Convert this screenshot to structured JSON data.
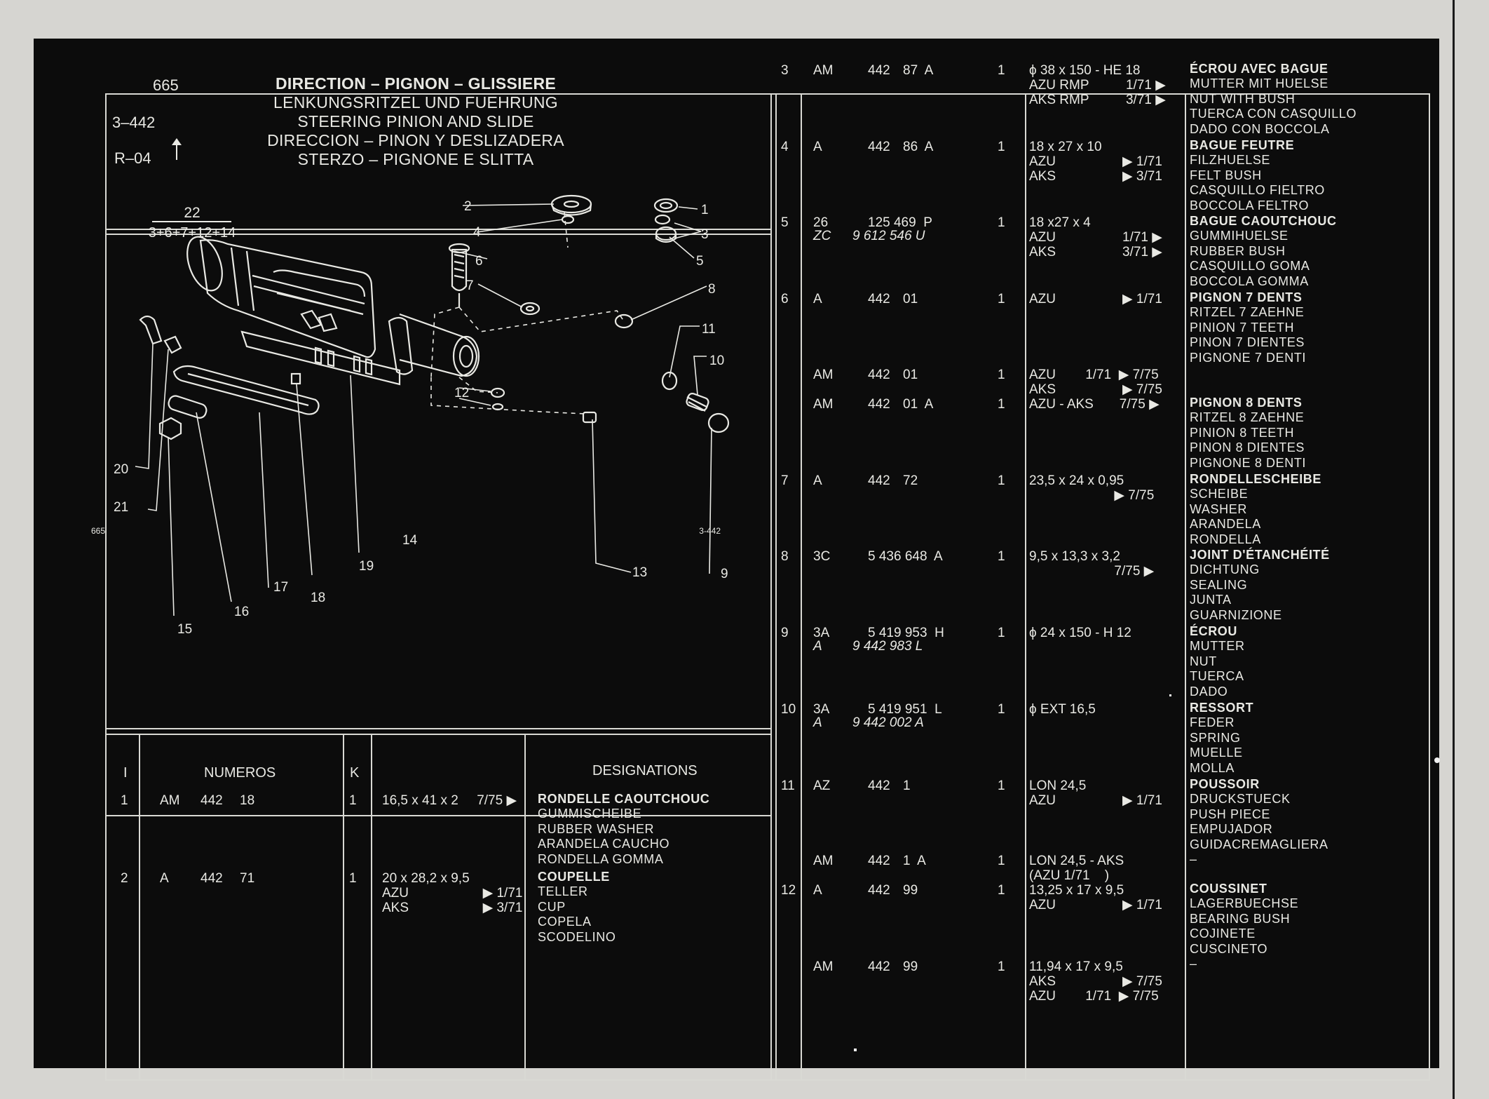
{
  "header": {
    "page_no": "665",
    "ref": "3–442",
    "rev": "R–04",
    "titles": [
      "DIRECTION – PIGNON – GLISSIERE",
      "LENKUNGSRITZEL UND FUEHRUNG",
      "STEERING PINION AND SLIDE",
      "DIRECCION – PINON Y DESLIZADERA",
      "STERZO – PIGNONE E SLITTA"
    ]
  },
  "diagram": {
    "fraction_top": "22",
    "fraction_bottom": "3+6+7+12+14",
    "callouts": [
      "1",
      "2",
      "3",
      "4",
      "5",
      "6",
      "7",
      "8",
      "9",
      "10",
      "11",
      "12",
      "13",
      "14",
      "15",
      "16",
      "17",
      "18",
      "19",
      "20",
      "21"
    ],
    "corner_left": "665",
    "corner_right": "3-442"
  },
  "table_headers": {
    "i": "I",
    "numeros": "NUMEROS",
    "k": "K",
    "designations": "DESIGNATIONS"
  },
  "left_rows": [
    {
      "i": "1",
      "pre": "AM",
      "num": "442",
      "suf": "18",
      "k": "1",
      "spec": [
        "16,5 x 41 x 2     7/75 ▶"
      ],
      "desig": [
        "RONDELLE CAOUTCHOUC",
        "GUMMISCHEIBE",
        "RUBBER WASHER",
        "ARANDELA CAUCHO",
        "RONDELLA GOMMA"
      ]
    },
    {
      "i": "2",
      "pre": "A",
      "num": "442",
      "suf": "71",
      "k": "1",
      "spec": [
        "20 x 28,2 x 9,5",
        "AZU                    ▶ 1/71",
        "AKS                    ▶ 3/71"
      ],
      "desig": [
        "COUPELLE",
        "TELLER",
        "CUP",
        "COPELA",
        "SCODELINO"
      ]
    }
  ],
  "right_rows": [
    {
      "i": "3",
      "pre": "AM",
      "num": "442",
      "suf": "87  A",
      "k": "1",
      "spec": [
        "ϕ 38 x 150 - HE 18",
        "AZU RMP          1/71 ▶",
        "AKS RMP          3/71 ▶"
      ],
      "desig": [
        "ÉCROU AVEC BAGUE",
        "MUTTER MIT HUELSE",
        "NUT WITH BUSH",
        "TUERCA CON CASQUILLO",
        "DADO CON BOCCOLA"
      ]
    },
    {
      "i": "4",
      "pre": "A",
      "num": "442",
      "suf": "86  A",
      "k": "1",
      "spec": [
        "18 x 27 x 10",
        "AZU                  ▶ 1/71",
        "AKS                  ▶ 3/71"
      ],
      "desig": [
        "BAGUE FEUTRE",
        "FILZHUELSE",
        "FELT BUSH",
        "CASQUILLO FIELTRO",
        "BOCCOLA FELTRO"
      ]
    },
    {
      "i": "5",
      "pre": "26",
      "pre2": "ZC",
      "num": "125 469  P",
      "num2": "9 612 546 U",
      "k": "1",
      "spec": [
        "18 x27 x 4",
        "AZU                  1/71 ▶",
        "AKS                  3/71 ▶"
      ],
      "desig": [
        "BAGUE CAOUTCHOUC",
        "GUMMIHUELSE",
        "RUBBER BUSH",
        "CASQUILLO GOMA",
        "BOCCOLA GOMMA"
      ]
    },
    {
      "i": "6",
      "pre": "A",
      "num": "442",
      "suf": "01",
      "k": "1",
      "spec": [
        "AZU                  ▶ 1/71"
      ],
      "desig": [
        "PIGNON 7 DENTS",
        "RITZEL 7 ZAEHNE",
        "PINION 7 TEETH",
        "PINON 7 DIENTES",
        "PIGNONE 7 DENTI"
      ]
    },
    {
      "i": "",
      "pre": "AM",
      "num": "442",
      "suf": "01",
      "k": "1",
      "spec": [
        "AZU        1/71  ▶ 7/75",
        "AKS                  ▶ 7/75"
      ],
      "desig": []
    },
    {
      "i": "",
      "pre": "AM",
      "num": "442",
      "suf": "01  A",
      "k": "1",
      "spec": [
        "AZU - AKS       7/75 ▶"
      ],
      "desig": [
        "PIGNON 8 DENTS",
        "RITZEL 8 ZAEHNE",
        "PINION 8 TEETH",
        "PINON 8 DIENTES",
        "PIGNONE 8 DENTI"
      ]
    },
    {
      "i": "7",
      "pre": "A",
      "num": "442",
      "suf": "72",
      "k": "1",
      "spec": [
        "23,5 x 24 x 0,95",
        "                       ▶ 7/75"
      ],
      "desig": [
        "RONDELLESCHEIBE",
        "SCHEIBE",
        "WASHER",
        "ARANDELA",
        "RONDELLA"
      ]
    },
    {
      "i": "8",
      "pre": "3C",
      "num": "5 436 648  A",
      "k": "1",
      "spec": [
        "9,5 x 13,3 x 3,2",
        "                       7/75 ▶"
      ],
      "desig": [
        "JOINT D'ÉTANCHÉITÉ",
        "DICHTUNG",
        "SEALING",
        "JUNTA",
        "GUARNIZIONE"
      ]
    },
    {
      "i": "9",
      "pre": "3A",
      "pre2": "A",
      "num": "5 419 953  H",
      "num2": "9 442 983 L",
      "k": "1",
      "spec": [
        "ϕ 24 x 150 - H 12"
      ],
      "desig": [
        "ÉCROU",
        "MUTTER",
        "NUT",
        "TUERCA",
        "DADO"
      ]
    },
    {
      "i": "10",
      "pre": "3A",
      "pre2": "A",
      "num": "5 419 951  L",
      "num2": "9 442 002 A",
      "k": "1",
      "spec": [
        "ϕ EXT 16,5"
      ],
      "desig": [
        "RESSORT",
        "FEDER",
        "SPRING",
        "MUELLE",
        "MOLLA"
      ]
    },
    {
      "i": "11",
      "pre": "AZ",
      "num": "442",
      "suf": "1",
      "k": "1",
      "spec": [
        "LON 24,5",
        "AZU                  ▶ 1/71"
      ],
      "desig": [
        "POUSSOIR",
        "DRUCKSTUECK",
        "PUSH PIECE",
        "EMPUJADOR",
        "GUIDACREMAGLIERA",
        "–"
      ]
    },
    {
      "i": "",
      "pre": "AM",
      "num": "442",
      "suf": "1  A",
      "k": "1",
      "spec": [
        "LON 24,5 - AKS",
        "(AZU 1/71    )"
      ],
      "desig": []
    },
    {
      "i": "12",
      "pre": "A",
      "num": "442",
      "suf": "99",
      "k": "1",
      "spec": [
        "13,25 x 17 x 9,5",
        "AZU                  ▶ 1/71"
      ],
      "desig": [
        "COUSSINET",
        "LAGERBUECHSE",
        "BEARING BUSH",
        "COJINETE",
        "CUSCINETO",
        "–"
      ]
    },
    {
      "i": "",
      "pre": "AM",
      "num": "442",
      "suf": "99",
      "k": "1",
      "spec": [
        "11,94 x 17 x 9,5",
        "AKS                  ▶ 7/75",
        "AZU        1/71  ▶ 7/75"
      ],
      "desig": []
    }
  ]
}
